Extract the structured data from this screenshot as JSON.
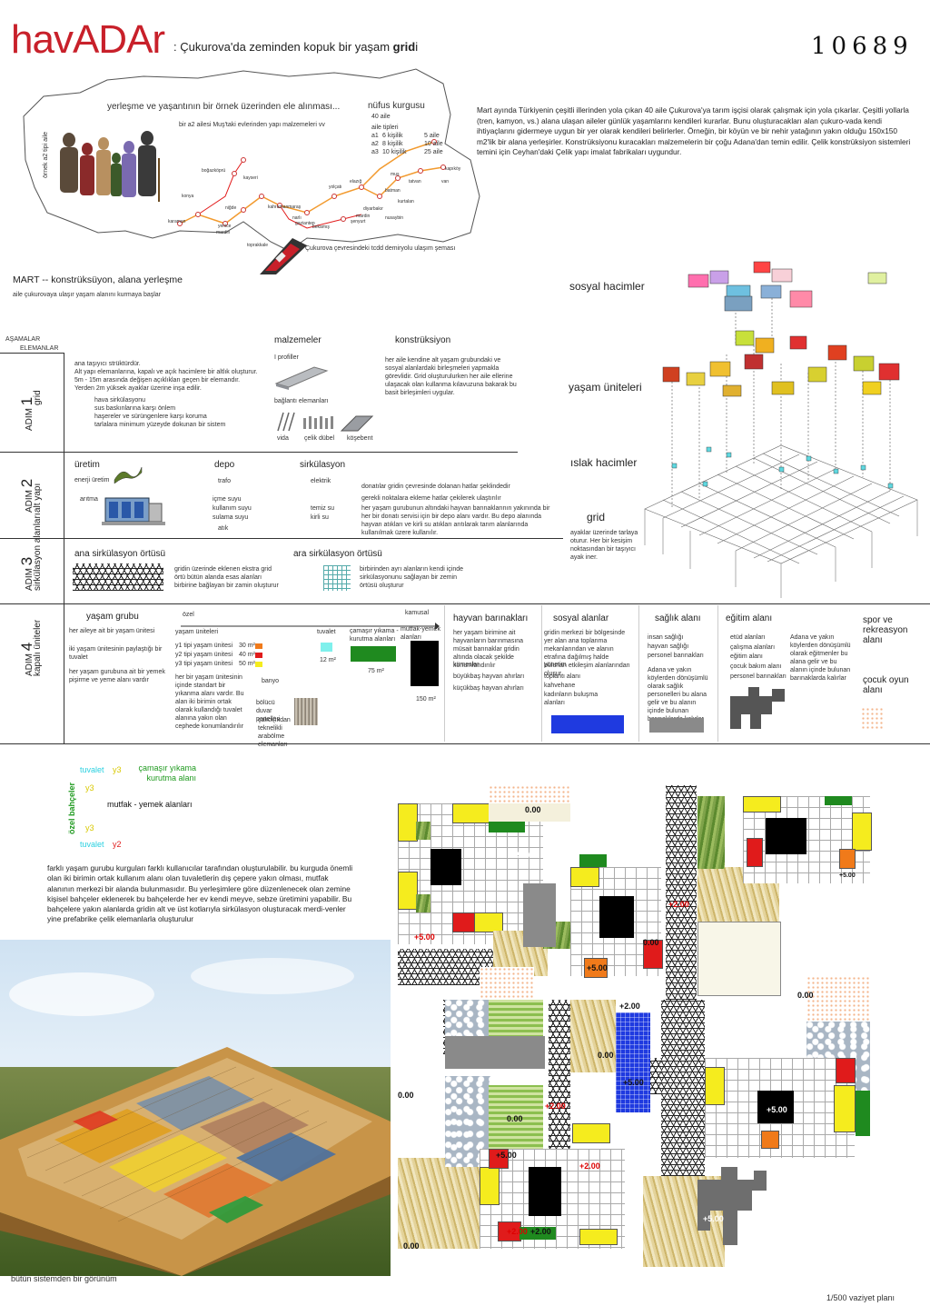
{
  "header": {
    "brand": "havADAr",
    "subtitle_pre": ": Çukurova'da zeminden kopuk bir yaşam ",
    "subtitle_bold": "grid",
    "subtitle_post": "i",
    "project_number": "10689"
  },
  "intro": {
    "map_title": "yerleşme ve yaşantının bir örnek üzerinden ele alınması...",
    "family_caption": "bir a2 ailesi Muş'taki evlerinden yapı malzemeleri  vv",
    "family_side_label": "örnek a2 tipi aile",
    "population_title": "nüfus kurgusu",
    "population_total": "40 aile",
    "family_types_title": "aile tipleri",
    "family_types": [
      {
        "code": "a1",
        "size": "6 kişilik",
        "count": "5 aile"
      },
      {
        "code": "a2",
        "size": "8 kişilik",
        "count": "10 aile"
      },
      {
        "code": "a3",
        "size": "10 kişilik",
        "count": "25 aile"
      }
    ],
    "railway_caption": "Çukurova çevresindeki tcdd demiryolu ulaşım şeması",
    "cities": [
      "boğazköprü",
      "kayseri",
      "konya",
      "karaman",
      "niğde",
      "yenice",
      "mardin",
      "toprakkale",
      "kahramanmaraş",
      "narlı",
      "gaziantep",
      "bekamış",
      "yolçatı",
      "elazığ",
      "batman",
      "kurtalan",
      "diyarbakır",
      "muş",
      "tatvan",
      "van",
      "kapıköy",
      "mardin",
      "şenyurt",
      "nusaybin"
    ],
    "description": "Mart ayında Türkiyenin çeşitli illerinden yola çıkan 40 aile Çukurova'ya tarım işçisi olarak çalışmak için yola çıkarlar. Çeşitli yollarla (tren, kamyon, vs.) alana ulaşan aileler günlük yaşamlarını kendileri kurarlar. Bunu oluşturacakları alan çukuro-vada kendi ihtiyaçlarını gidermeye uygun bir yer olarak kendileri belirlerler. Örneğin,  bir köyün ve bir nehir yatağının yakın olduğu 150x150 m2'lik bir alana yerleşirler. Konstrüksiyonu kuracakları malzemelerin bir çoğu Adana'dan temin edilir. Çelik konstrüksiyon sistemleri temini için Ceyhan'daki Çelik yapı imalat fabrikaları uygundur.",
    "mart_title": "MART -- konstrüksüyon, alana yerleşme",
    "mart_caption": "aile çukurovaya ulaşır yaşam alanını kurmaya başlar"
  },
  "steps": {
    "header_left": "AŞAMALAR",
    "header_right": "ELEMANLAR",
    "step1": {
      "label": "ADIM",
      "number": "1",
      "name": "grid",
      "text": [
        "ana taşıyıcı strüktürdür.",
        "Alt yapı elemanlarına, kapalı ve açık hacimlere bir altlık oluşturur.",
        "5m - 15m arasında değişen açıklıkları geçen bir elemandır.",
        "Yerden 2m yüksek ayaklar üzerine inşa edilir."
      ],
      "text2": [
        "hava sirkülasyonu",
        "sus baskınlarına karşı önlem",
        "haşereler ve sürüngenlere karşı koruma",
        "tarlalara minimum yüzeyde dokunan bir sistem"
      ],
      "materials_title": "malzemeler",
      "profile_label": "I profiller",
      "connectors_label": "bağlantı elemanları",
      "connector_items": [
        "vida",
        "çelik dübel",
        "köşebent"
      ],
      "construction_title": "konstrüksiyon",
      "construction_text": "her aile kendine alt yaşam grubundaki ve sosyal alanlardaki birleşmeleri yapmakla görevlidir. Grid oluşturulurken her aile ellerine ulaşacak olan kullanma kılavuzuna bakarak bu basit birleşimleri uygular."
    },
    "step2": {
      "label": "ADIM",
      "number": "2",
      "name": "alt yapı",
      "production_title": "üretim",
      "production_items": [
        "enerji üretim",
        "arıtma"
      ],
      "depot_title": "depo",
      "depot_items": [
        "trafo",
        "içme suyu",
        "kullanım suyu",
        "sulama suyu",
        "atık"
      ],
      "circulation_title": "sirkülasyon",
      "circulation_items": [
        "elektrik",
        "temiz su",
        "kirli su"
      ],
      "text": [
        "donatılar gridin çevresinde dolanan hatlar şeklindedir",
        "gerekli noktalara ekleme hatlar çekilerek ulaştırılır",
        "her yaşam gurubunun altındaki hayvan barınaklarının yakınında bir her bir donatı servisi için bir depo alanı vardır. Bu depo alanında hayvan atıkları ve kirli su atıkları arıtılarak tarım alanlarında kullanılmak üzere kullanılır."
      ]
    },
    "step3": {
      "label": "ADIM",
      "number": "3",
      "name": "sirkülasyon alanları",
      "main_title": "ana sirkülasyon örtüsü",
      "main_text": "gridin üzerinde eklenen ekstra grid örtü bütün alanda esas alanları birbirine bağlayan bir zamin oluşturur",
      "sub_title": "ara sirkülasyon örtüsü",
      "sub_text": "birbirinden ayrı alanların kendi içinde sirkülasyonunu sağlayan bir zemin örtüsü oluşturur"
    },
    "step4": {
      "label": "ADIM",
      "number": "4",
      "name": "kapalı üniteler",
      "living_title": "yaşam grubu",
      "ozel": "özel",
      "kamusal": "kamusal",
      "living_left": [
        "her aileye ait bir yaşam ünitesi",
        "iki yaşam ünitesinin paylaştığı bir tuvalet",
        "her yaşam gurubuna ait bir yemek pişirme ve yeme alanı vardır"
      ],
      "units_title": "yaşam üniteleri",
      "units": [
        {
          "name": "y1 tipi yaşam ünitesi",
          "area": "30 m²",
          "color": "#f07a1a"
        },
        {
          "name": "y2 tipi yaşam ünitesi",
          "area": "40 m²",
          "color": "#e01b1b"
        },
        {
          "name": "y3 tipi yaşam ünitesi",
          "area": "50 m²",
          "color": "#f5ec1e"
        }
      ],
      "units_text": "her bir yaşam ünitesinin içinde standart bir yıkanma alanı vardır. Bu alan iki birimin ortak olarak kullandığı tuvalet alanına yakın olan cephede konumlandırılır",
      "bath": "banyo",
      "divider_title": "bölücü duvar panelleri",
      "divider_text": "çalıcı(ıxdan teknelikli arabölme elemanları",
      "toilet_title": "tuvalet",
      "toilet_area": "12 m²",
      "laundry_title": "çamaşır yıkama -kurutma alanları",
      "laundry_area": "75 m²",
      "kitchen_title": "mutfak-yemek alanları",
      "kitchen_area": "150 m²",
      "animal_title": "hayvan barınakları",
      "animal_text": "her yaşam birimine ait hayvanların barınmasına müsait barınaklar gridin altında olacak şekilde konumlandırılır",
      "animal_items": [
        "kümesler",
        "büyükbaş hayvan ahırları",
        "küçükbaş hayvan ahırları"
      ],
      "social_title": "sosyal alanlar",
      "social_text": "gridin merkezi bir bölgesinde yer alan ana toplanma mekanlarından ve alanın etrafına dağılmış halde bulunan etkileşim alanlarından oluşur",
      "social_items": [
        "yönetim",
        "toplantı alanı",
        "kahvehane",
        "kadınların buluşma alanları"
      ],
      "health_title": "sağlık alanı",
      "health_items": [
        "insan sağlığı",
        "hayvan sağlığı",
        "personel barınakları"
      ],
      "health_text": "Adana ve yakın köylerden dönüşümlü olarak sağlık personelleri bu alana gelir ve bu alanın içinde bulunan barınaklarda kalırlar",
      "edu_title": "eğitim alanı",
      "edu_items": [
        "etüd alanları",
        "çalışma alanları",
        "eğitim alanı",
        "çocuk bakım alanı",
        "personel barınakları"
      ],
      "edu_text": "Adana ve yakın köylerden dönüşümlü olarak eğitmenler bu alana gelir ve bu alanın içinde bulunan barınaklarda kalırlar",
      "sport_title": "spor ve rekreasyon alanı",
      "play_title": "çocuk oyun alanı"
    }
  },
  "axon": {
    "social": "sosyal hacimler",
    "living": "yaşam üniteleri",
    "wet": "ıslak hacimler",
    "grid": "grid",
    "grid_caption": "ayaklar üzerinde tarlaya oturur. Her bir kesişim noktasından bir taşıyıcı ayak iner."
  },
  "legend": {
    "tuvalet": "tuvalet",
    "y3": "y3",
    "laundry": "çamaşır yıkama kurutma alanı",
    "kitchen": "mutfak - yemek alanları",
    "garden": "özel bahçeler",
    "y2": "y2",
    "paragraph": "farklı yaşam gurubu kurguları farklı kullanıcılar tarafından oluşturulabilir. bu kurguda önemli olan iki birimin ortak kullanım alanı olan tuvaletlerin dış çepere yakın olması, mutfak alanının merkezi bir alanda bulunmasıdır. Bu yerleşimlere göre düzenlenecek olan zemine kişisel bahçeler eklenerek bu bahçelerde her ev kendi meyve, sebze üretimini yapabilir. Bu bahçelere yakın alanlarda gridin alt ve üst kotlarıyla sirkülasyon oluşturacak merdi-venler yine prefabrike çelik elemanlarla oluşturulur"
  },
  "render": {
    "caption": "bütün sistemden bir görünüm"
  },
  "plan": {
    "caption": "1/500 vaziyet planı",
    "levels": [
      "0.00",
      "+5.00",
      "+5.00",
      "+2.00",
      "+5.00",
      "+5.00",
      "0.00",
      "0.00",
      "+2.00",
      "+5.00",
      "0.00",
      "+5.00",
      "0.00",
      "+2.00",
      "+5.00",
      "+2.00",
      "0.00",
      "+5.00",
      "+2.00",
      "+2.00",
      "0.00"
    ]
  },
  "colors": {
    "brand_red": "#c8202a",
    "yellow": "#f5ec1e",
    "red": "#e01b1b",
    "orange": "#f07a1a",
    "green": "#1f8a1f",
    "blue": "#1f3ae0",
    "cyan": "#4fe0e6",
    "gray": "#8a8a8a"
  }
}
